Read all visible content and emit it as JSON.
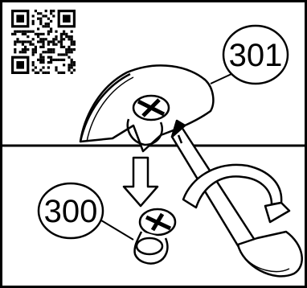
{
  "diagram": {
    "callouts": [
      {
        "id": "screw",
        "number": "300"
      },
      {
        "id": "cover",
        "number": "301"
      }
    ],
    "qr_code": {
      "icon": "qr-code-icon"
    },
    "steps": [
      {
        "id": "top-panel",
        "description_visible": false
      },
      {
        "id": "bottom-panel",
        "description_visible": false
      }
    ],
    "colors": {
      "line": "#000000",
      "background": "#ffffff"
    }
  }
}
